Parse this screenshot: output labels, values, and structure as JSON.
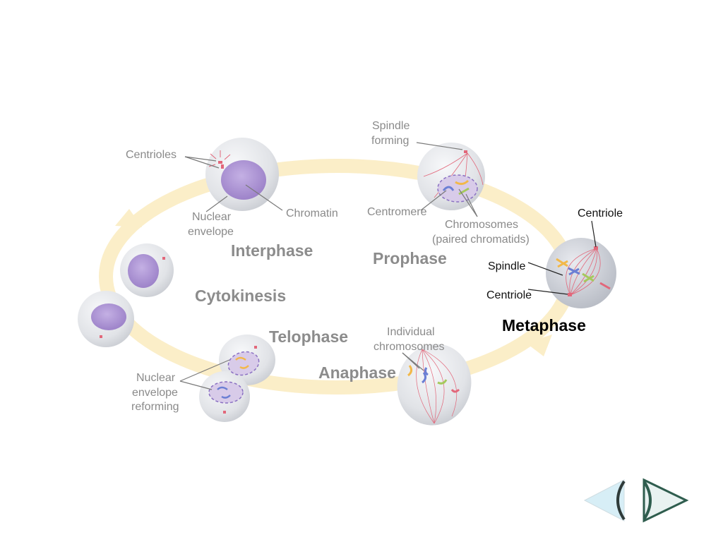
{
  "phases": {
    "interphase": "Interphase",
    "prophase": "Prophase",
    "metaphase": "Metaphase",
    "anaphase": "Anaphase",
    "telophase": "Telophase",
    "cytokinesis": "Cytokinesis"
  },
  "labels": {
    "centrioles": "Centrioles",
    "nuclear_envelope": [
      "Nuclear",
      "envelope"
    ],
    "chromatin": "Chromatin",
    "spindle_forming": [
      "Spindle",
      "forming"
    ],
    "centromere": "Centromere",
    "chromosomes": [
      "Chromosomes",
      "(paired chromatids)"
    ],
    "centriole_top": "Centriole",
    "spindle": "Spindle",
    "centriole_bottom": "Centriole",
    "individual_chromosomes": [
      "Individual",
      "chromosomes"
    ],
    "nuclear_envelope_reforming": [
      "Nuclear",
      "envelope",
      "reforming"
    ]
  },
  "colors": {
    "cycle_ring": "#fbeec8",
    "nucleus": "#a98fd0",
    "cell": "#e4e6ea",
    "spindle_fibers": "#e2677a",
    "active_phase": "#000000",
    "inactive_phase": "#8c8c8c"
  },
  "navigation": {
    "prev_icon": "triangle-left-icon",
    "next_icon": "triangle-right-icon"
  }
}
